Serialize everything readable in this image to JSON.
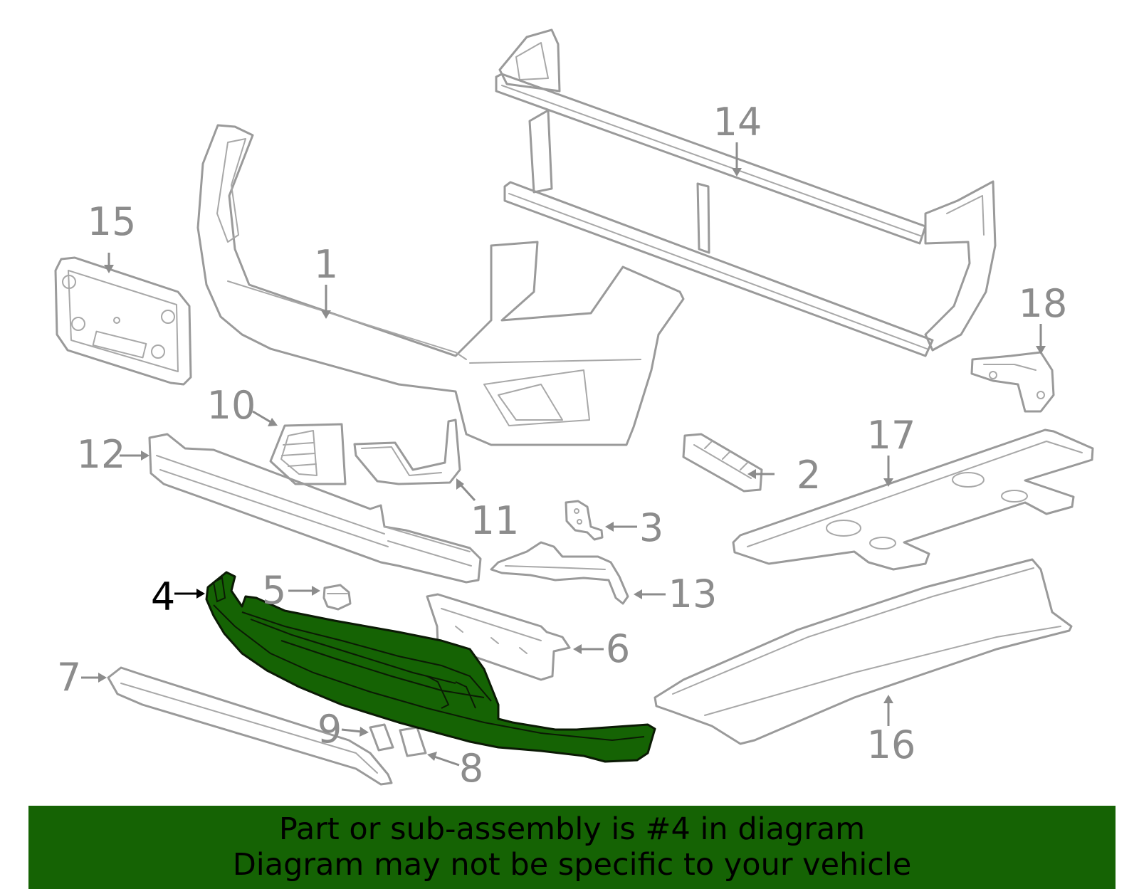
{
  "diagram": {
    "highlighted_part": "4",
    "highlight_color": "#156304",
    "line_color": "#9a9a9a",
    "callouts": [
      {
        "id": "c1",
        "label": "1"
      },
      {
        "id": "c2",
        "label": "2"
      },
      {
        "id": "c3",
        "label": "3"
      },
      {
        "id": "c4",
        "label": "4"
      },
      {
        "id": "c5",
        "label": "5"
      },
      {
        "id": "c6",
        "label": "6"
      },
      {
        "id": "c7",
        "label": "7"
      },
      {
        "id": "c8",
        "label": "8"
      },
      {
        "id": "c9",
        "label": "9"
      },
      {
        "id": "c10",
        "label": "10"
      },
      {
        "id": "c11",
        "label": "11"
      },
      {
        "id": "c12",
        "label": "12"
      },
      {
        "id": "c13",
        "label": "13"
      },
      {
        "id": "c14",
        "label": "14"
      },
      {
        "id": "c15",
        "label": "15"
      },
      {
        "id": "c16",
        "label": "16"
      },
      {
        "id": "c17",
        "label": "17"
      },
      {
        "id": "c18",
        "label": "18"
      }
    ]
  },
  "footer": {
    "line1": "Part or sub-assembly is #4 in diagram",
    "line2": "Diagram may not be specific to your vehicle",
    "background_color": "#156304"
  }
}
